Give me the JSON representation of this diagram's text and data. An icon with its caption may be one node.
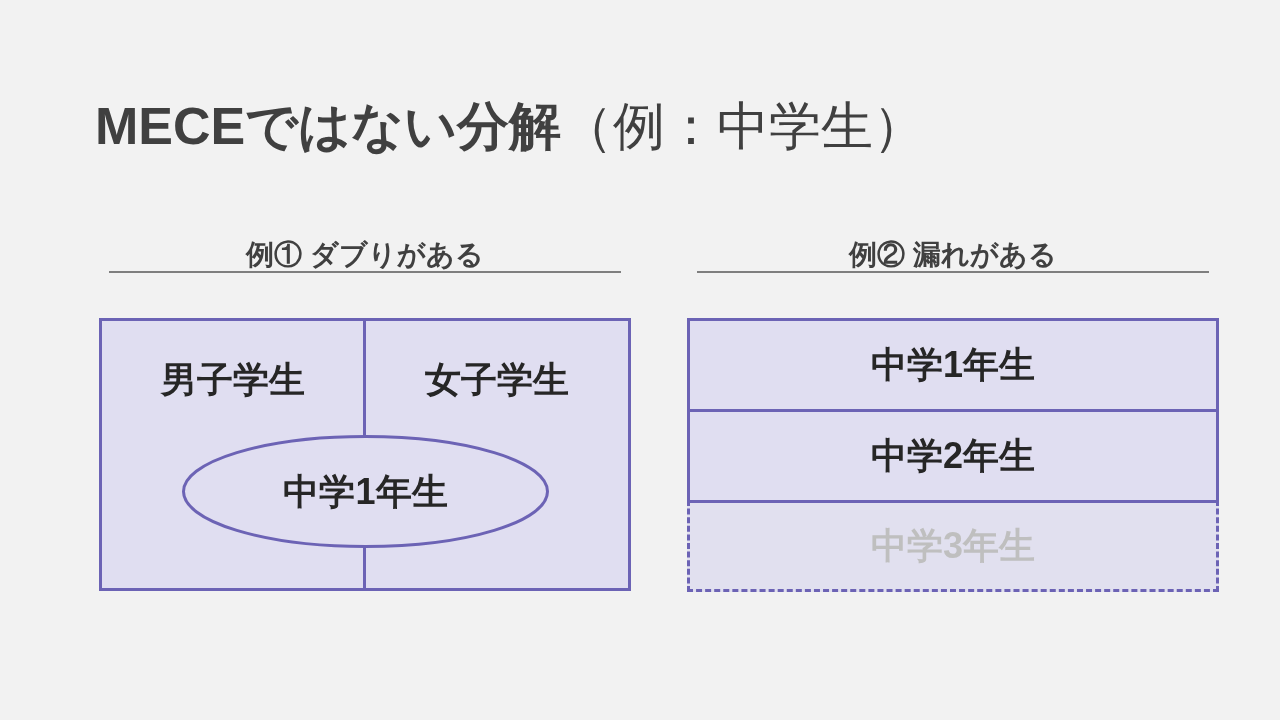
{
  "diagram": {
    "title": "**MECEではない分解**（例：中学生）",
    "nodes": [
      {
        "text": [
          "男子学生"
        ]
      },
      {
        "text": [
          "女子学生"
        ]
      },
      {
        "text": [
          "中学1年生"
        ]
      },
      {
        "text": [
          "中学1年生"
        ]
      },
      {
        "text": [
          "中学2年生"
        ]
      },
      {
        "text": [
          "中学3年生"
        ]
      }
    ],
    "labels": [
      "例① ダブりがある",
      "例② 漏れがある"
    ]
  }
}
